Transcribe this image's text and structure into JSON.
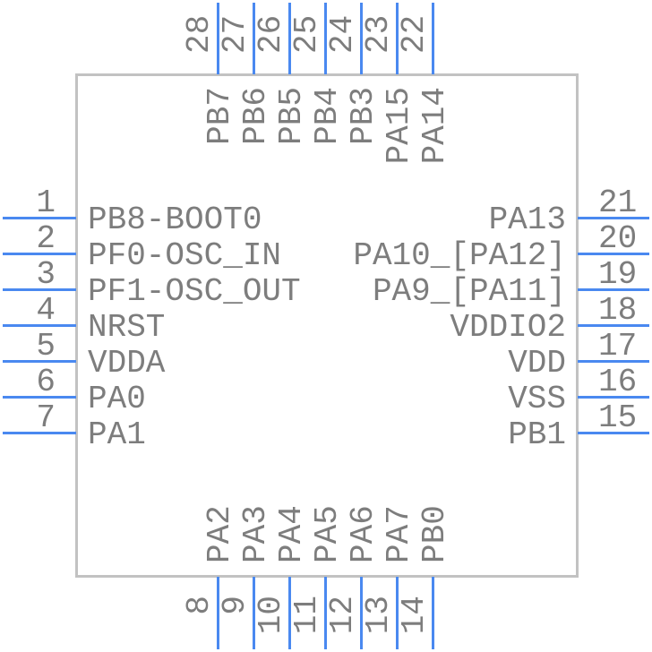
{
  "colors": {
    "pin_line": "#4a89f0",
    "body_outline": "#c2c2c2",
    "text": "#7d7d7d",
    "background": "#ffffff"
  },
  "pinout": {
    "left": [
      {
        "number": "1",
        "name": "PB8-BOOT0"
      },
      {
        "number": "2",
        "name": "PF0-OSC_IN"
      },
      {
        "number": "3",
        "name": "PF1-OSC_OUT"
      },
      {
        "number": "4",
        "name": "NRST"
      },
      {
        "number": "5",
        "name": "VDDA"
      },
      {
        "number": "6",
        "name": "PA0"
      },
      {
        "number": "7",
        "name": "PA1"
      }
    ],
    "top": [
      {
        "number": "28",
        "name": "PB7"
      },
      {
        "number": "27",
        "name": "PB6"
      },
      {
        "number": "26",
        "name": "PB5"
      },
      {
        "number": "25",
        "name": "PB4"
      },
      {
        "number": "24",
        "name": "PB3"
      },
      {
        "number": "23",
        "name": "PA15"
      },
      {
        "number": "22",
        "name": "PA14"
      }
    ],
    "right": [
      {
        "number": "21",
        "name": "PA13"
      },
      {
        "number": "20",
        "name": "PA10_[PA12]"
      },
      {
        "number": "19",
        "name": "PA9_[PA11]"
      },
      {
        "number": "18",
        "name": "VDDIO2"
      },
      {
        "number": "17",
        "name": "VDD"
      },
      {
        "number": "16",
        "name": "VSS"
      },
      {
        "number": "15",
        "name": "PB1"
      }
    ],
    "bottom": [
      {
        "number": "8",
        "name": "PA2"
      },
      {
        "number": "9",
        "name": "PA3"
      },
      {
        "number": "10",
        "name": "PA4"
      },
      {
        "number": "11",
        "name": "PA5"
      },
      {
        "number": "12",
        "name": "PA6"
      },
      {
        "number": "13",
        "name": "PA7"
      },
      {
        "number": "14",
        "name": "PB0"
      }
    ]
  }
}
